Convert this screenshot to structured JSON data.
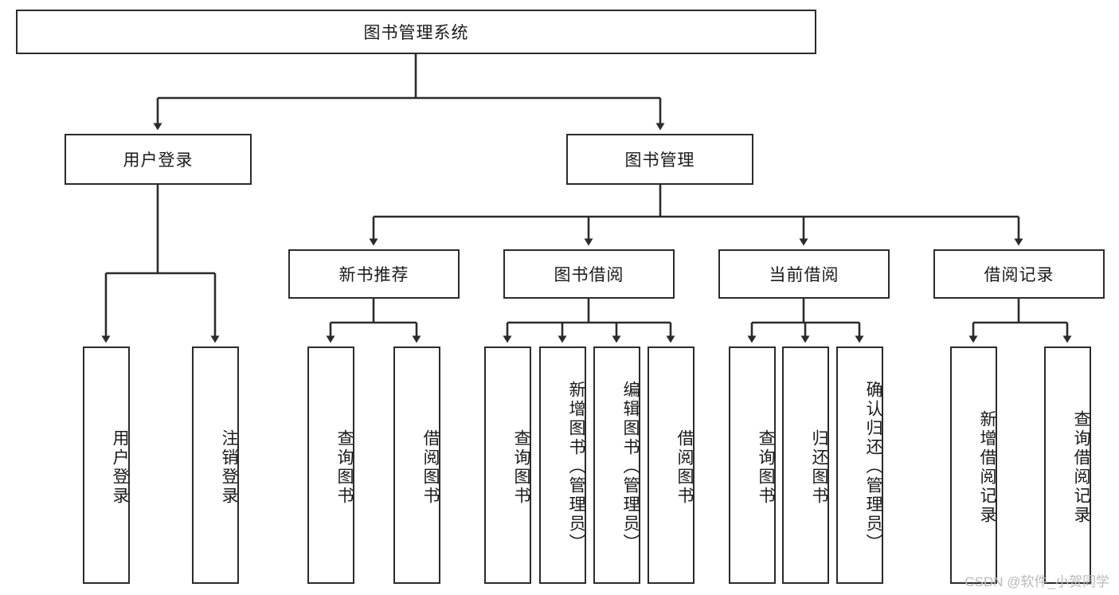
{
  "diagram": {
    "title": "图书管理系统",
    "type": "hierarchy-tree",
    "watermark": "CSDN @软件_小贺同学",
    "colors": {
      "box_border": "#2b2b2b",
      "box_fill": "#ffffff",
      "line": "#2b2b2b",
      "text": "#1a1a1a",
      "watermark": "#b9b9b9",
      "background": "#ffffff"
    },
    "root": {
      "label": "图书管理系统"
    },
    "level2": [
      {
        "label": "用户登录"
      },
      {
        "label": "图书管理"
      }
    ],
    "level3": [
      {
        "label": "新书推荐"
      },
      {
        "label": "图书借阅"
      },
      {
        "label": "当前借阅"
      },
      {
        "label": "借阅记录"
      }
    ],
    "leaves": {
      "user_login": [
        {
          "label": "用户登录"
        },
        {
          "label": "注销登录"
        }
      ],
      "new_book_recommend": [
        {
          "label": "查询图书"
        },
        {
          "label": "借阅图书"
        }
      ],
      "book_borrow": [
        {
          "label": "查询图书"
        },
        {
          "label": "新增图书（管理员）"
        },
        {
          "label": "编辑图书（管理员）"
        },
        {
          "label": "借阅图书"
        }
      ],
      "current_borrow": [
        {
          "label": "查询图书"
        },
        {
          "label": "归还图书"
        },
        {
          "label": "确认归还（管理员）"
        }
      ],
      "borrow_record": [
        {
          "label": "新增借阅记录"
        },
        {
          "label": "查询借阅记录"
        }
      ]
    }
  }
}
